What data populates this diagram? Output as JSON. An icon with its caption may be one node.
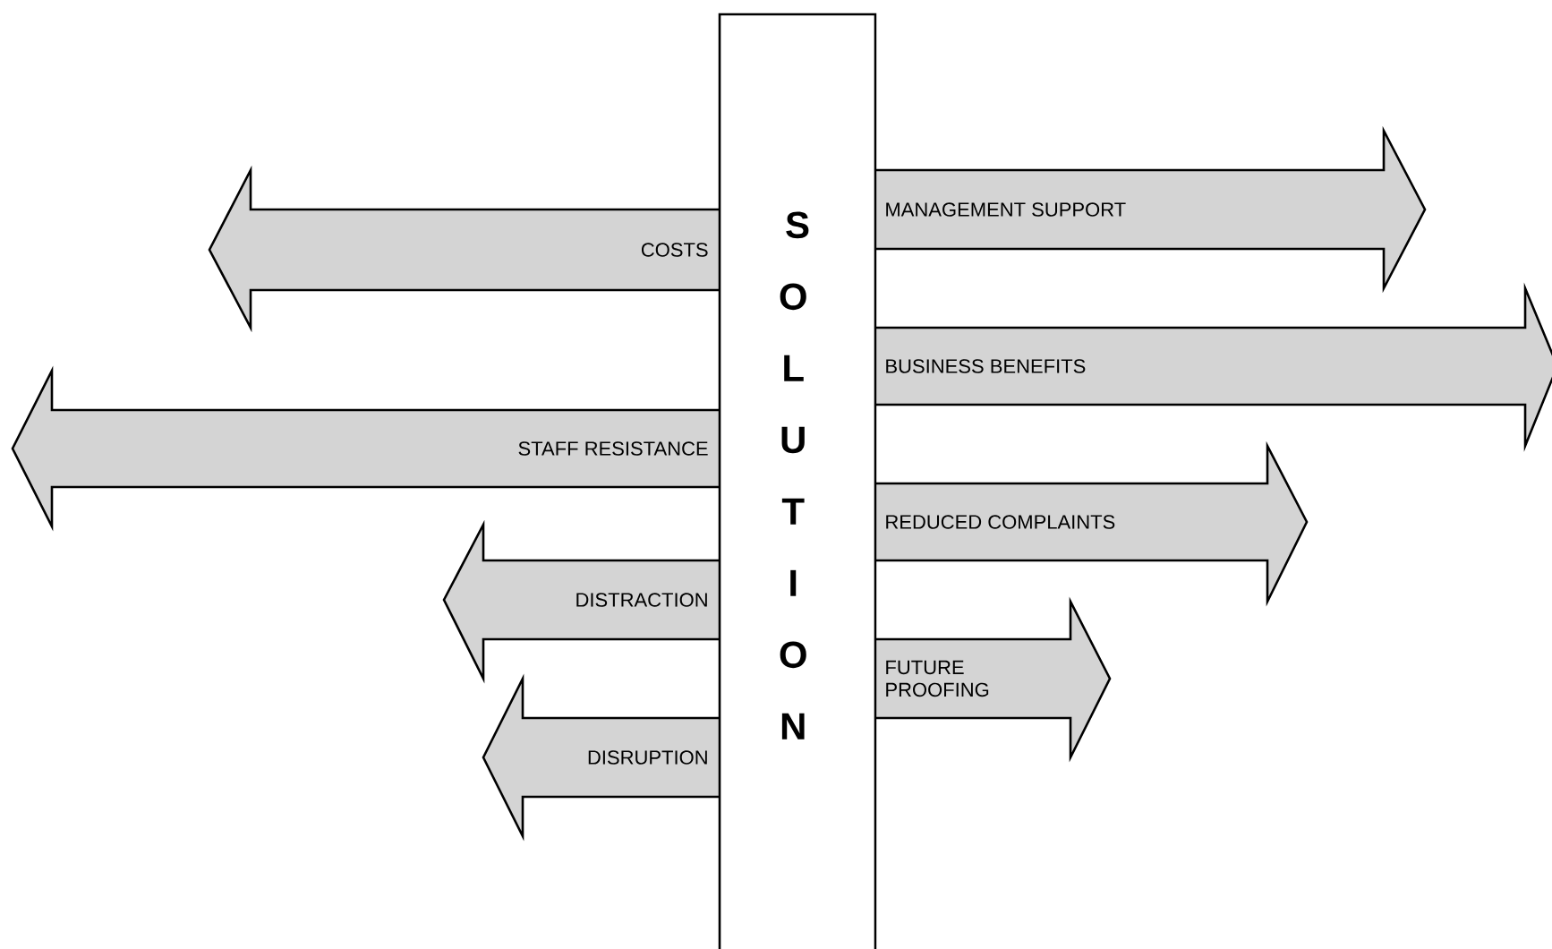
{
  "diagram": {
    "nodes": [
      {
        "text": [
          "SOLUTION"
        ]
      },
      {
        "text": [
          "MANAGEMENT SUPPORT"
        ]
      },
      {
        "text": [
          "COSTS"
        ]
      },
      {
        "text": [
          "BUSINESS BENEFITS"
        ]
      },
      {
        "text": [
          "STAFF RESISTANCE"
        ]
      },
      {
        "text": [
          "REDUCED COMPLAINTS"
        ]
      },
      {
        "text": [
          "DISTRACTION"
        ]
      },
      {
        "text": [
          "FUTURE PROOFING"
        ]
      },
      {
        "text": [
          "DISRUPTION"
        ]
      }
    ]
  }
}
